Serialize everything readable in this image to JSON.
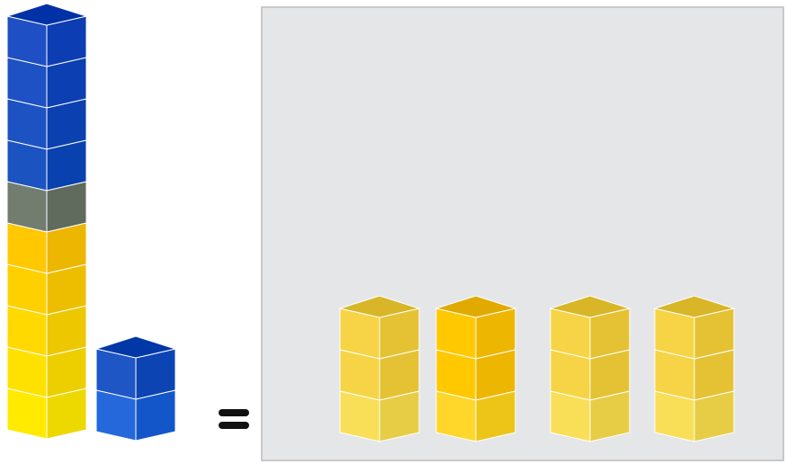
{
  "equation": {
    "left_tower_units": 10,
    "left_tower_gradient": [
      "#1f4fc4",
      "#1a55c0",
      "#ffc800",
      "#fff200"
    ],
    "single_stack_units": 2,
    "single_stack_color": "#2266d8",
    "operator_symbol": "="
  },
  "drop_zone": {
    "background": "#e5e6e8",
    "border": "#c8c8c8",
    "stacks": [
      {
        "units": 3,
        "color": "#f6d445",
        "highlighted": false
      },
      {
        "units": 3,
        "color": "#ffc800",
        "highlighted": true
      },
      {
        "units": 3,
        "color": "#f6d445",
        "highlighted": false
      },
      {
        "units": 3,
        "color": "#f6d445",
        "highlighted": false
      }
    ]
  },
  "colors": {
    "blue_front": "#1e56c6",
    "blue_side": "#1a47a8",
    "yellow_front": "#f8d84a",
    "yellow_side": "#f0c830",
    "edge": "#ffffff"
  }
}
